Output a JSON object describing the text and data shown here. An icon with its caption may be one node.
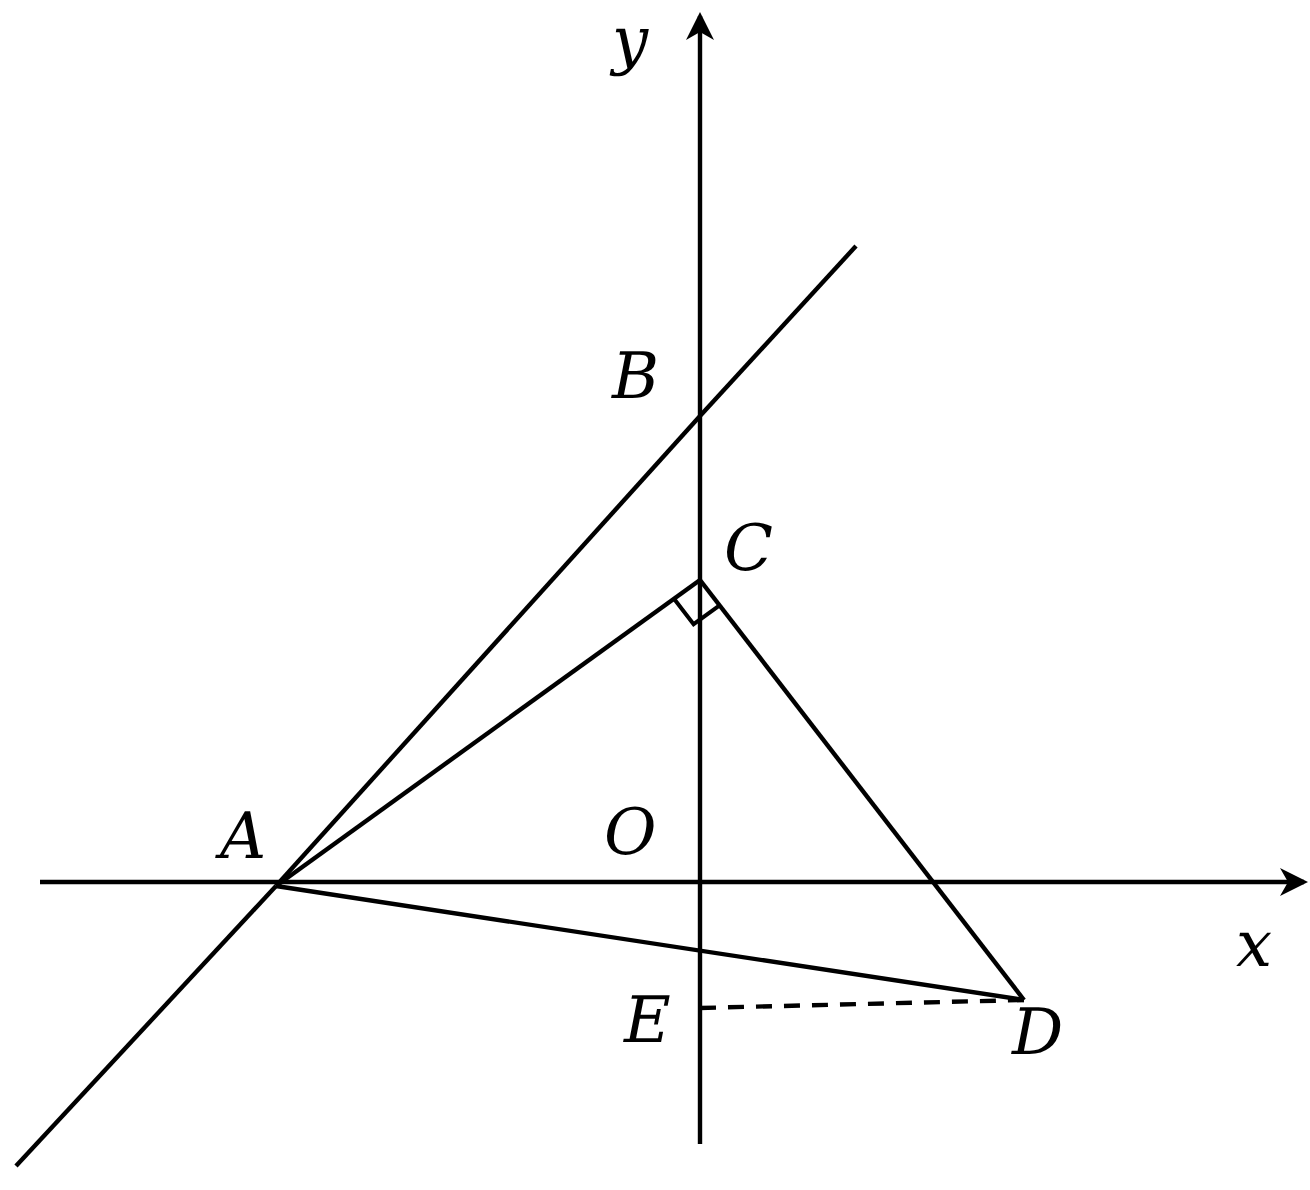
{
  "diagram": {
    "nodes": [
      {
        "text": [
          "B"
        ]
      },
      {
        "text": [
          "C"
        ]
      },
      {
        "text": [
          "A"
        ]
      },
      {
        "text": [
          "E"
        ]
      },
      {
        "text": [
          "D"
        ]
      }
    ],
    "edges": [
      {
        "from": 2,
        "to": 0,
        "arrow": "none"
      },
      {
        "from": 2,
        "to": 1,
        "arrow": "none"
      },
      {
        "from": 1,
        "to": 4,
        "arrow": "none"
      },
      {
        "from": 2,
        "to": 4,
        "arrow": "none"
      },
      {
        "from": 3,
        "to": 4,
        "arrow": "none",
        "style": "dashed"
      }
    ],
    "labels": [
      "y",
      "O",
      "x"
    ]
  }
}
